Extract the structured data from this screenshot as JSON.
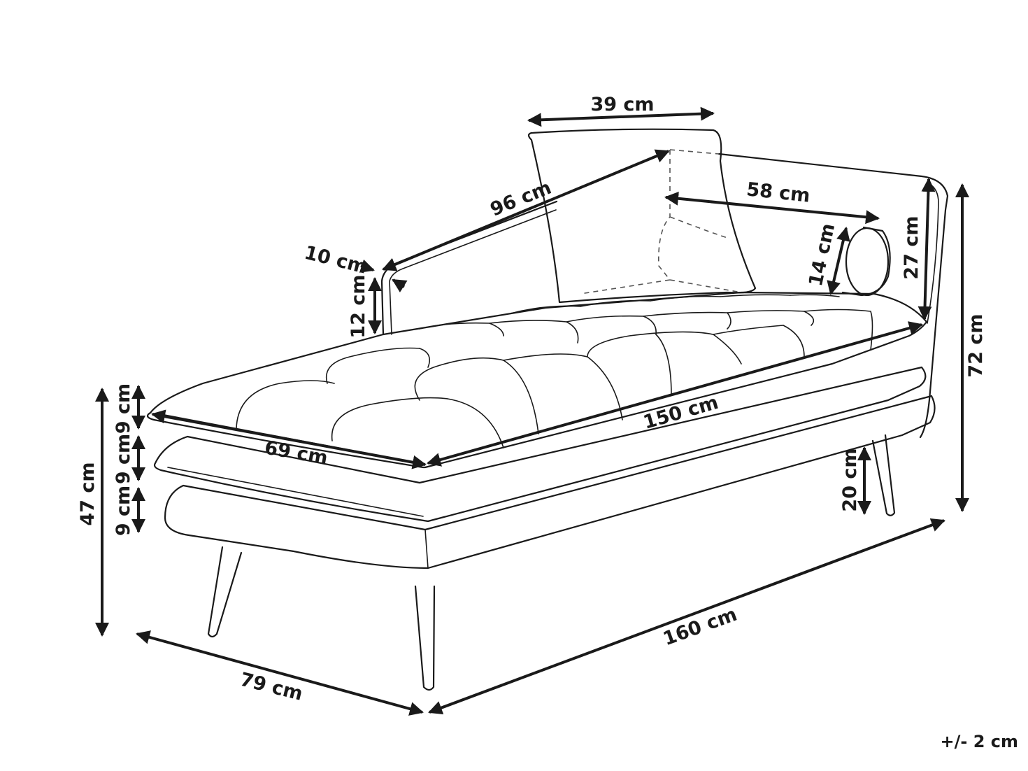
{
  "product": "chaise longue",
  "tolerance": "+/- 2 cm",
  "dimensions": {
    "pillow_width": "39 cm",
    "backrest_length": "96 cm",
    "backrest_thickness": "10 cm",
    "backrest_rise": "12 cm",
    "bolster_length": "58 cm",
    "bolster_diameter": "14 cm",
    "back_height_above_seat": "27 cm",
    "total_height": "72 cm",
    "seat_length": "150 cm",
    "seat_depth": "69 cm",
    "cushion_top": "9 cm",
    "cushion_middle": "9 cm",
    "cushion_bottom": "9 cm",
    "seat_height": "47 cm",
    "leg_height": "20 cm",
    "total_length": "160 cm",
    "total_depth": "79 cm"
  },
  "colors": {
    "line": "#1a1a1a",
    "background": "#ffffff"
  }
}
